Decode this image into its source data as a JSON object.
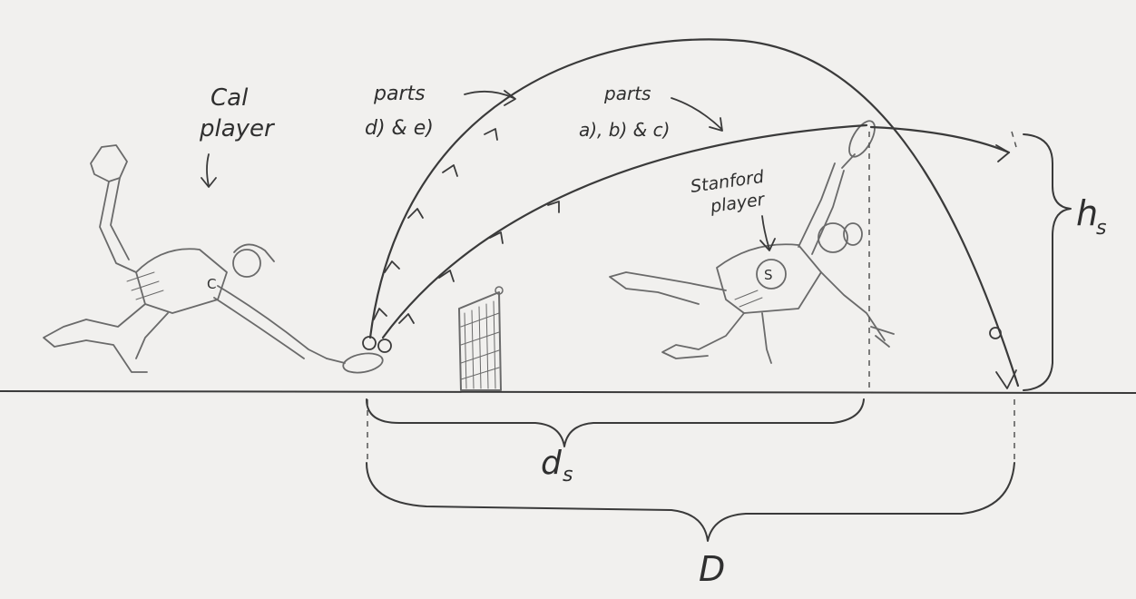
{
  "labels": {
    "cal_player": [
      "Cal",
      "player"
    ],
    "parts_de": [
      "parts",
      "d) & e)"
    ],
    "parts_abc": [
      "parts",
      "a), b) & c)"
    ],
    "stanford_player": [
      "Stanford",
      "player"
    ],
    "h_symbol": "h",
    "h_subscript": "s",
    "d_symbol": "d",
    "d_subscript": "s",
    "D_symbol": "D",
    "jersey_cal": "C",
    "jersey_stanford": "S"
  },
  "colors": {
    "paper": "#f1f0ee",
    "ink": "#3a3a3a",
    "pencil": "#6a6a6a"
  }
}
